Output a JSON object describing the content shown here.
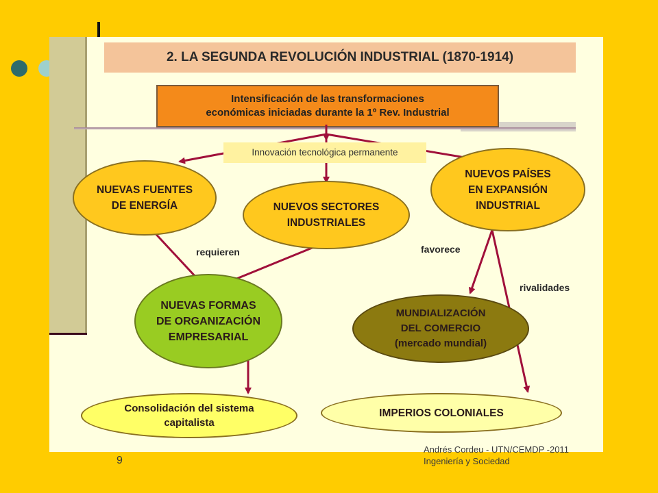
{
  "title": "2. LA SEGUNDA REVOLUCIÓN INDUSTRIAL (1870-1914)",
  "top_box": [
    "Intensificación de las transformaciones",
    "económicas iniciadas durante la 1º Rev. Industrial"
  ],
  "innovation_label": "Innovación tecnológica permanente",
  "nodes": {
    "fuentes": [
      "NUEVAS FUENTES",
      "DE ENERGÍA"
    ],
    "sectores": [
      "NUEVOS SECTORES",
      "INDUSTRIALES"
    ],
    "paises": [
      "NUEVOS PAÍSES",
      "EN EXPANSIÓN",
      "INDUSTRIAL"
    ],
    "formas": [
      "NUEVAS FORMAS",
      "DE ORGANIZACIÓN",
      "EMPRESARIAL"
    ],
    "mundializacion": [
      "MUNDIALIZACIÓN",
      "DEL COMERCIO",
      "(mercado mundial)"
    ],
    "consolidacion": [
      "Consolidación del sistema",
      "capitalista"
    ],
    "imperios": [
      "IMPERIOS COLONIALES"
    ]
  },
  "edge_labels": {
    "requieren": "requieren",
    "favorece": "favorece",
    "rivalidades": "rivalidades"
  },
  "footer": {
    "slide_number": "9",
    "credit_line1": "Andrés Cordeu - UTN/CEMDP -2011",
    "credit_line2": "Ingeniería y Sociedad"
  },
  "colors": {
    "background": "#FFCC00",
    "panel": "#FFFFE0",
    "node_yellow": "#FFC81E",
    "node_green": "#99CC22",
    "node_olive": "#8C7A10",
    "node_light": "#FFFF66",
    "arrow": "#A0103A"
  }
}
